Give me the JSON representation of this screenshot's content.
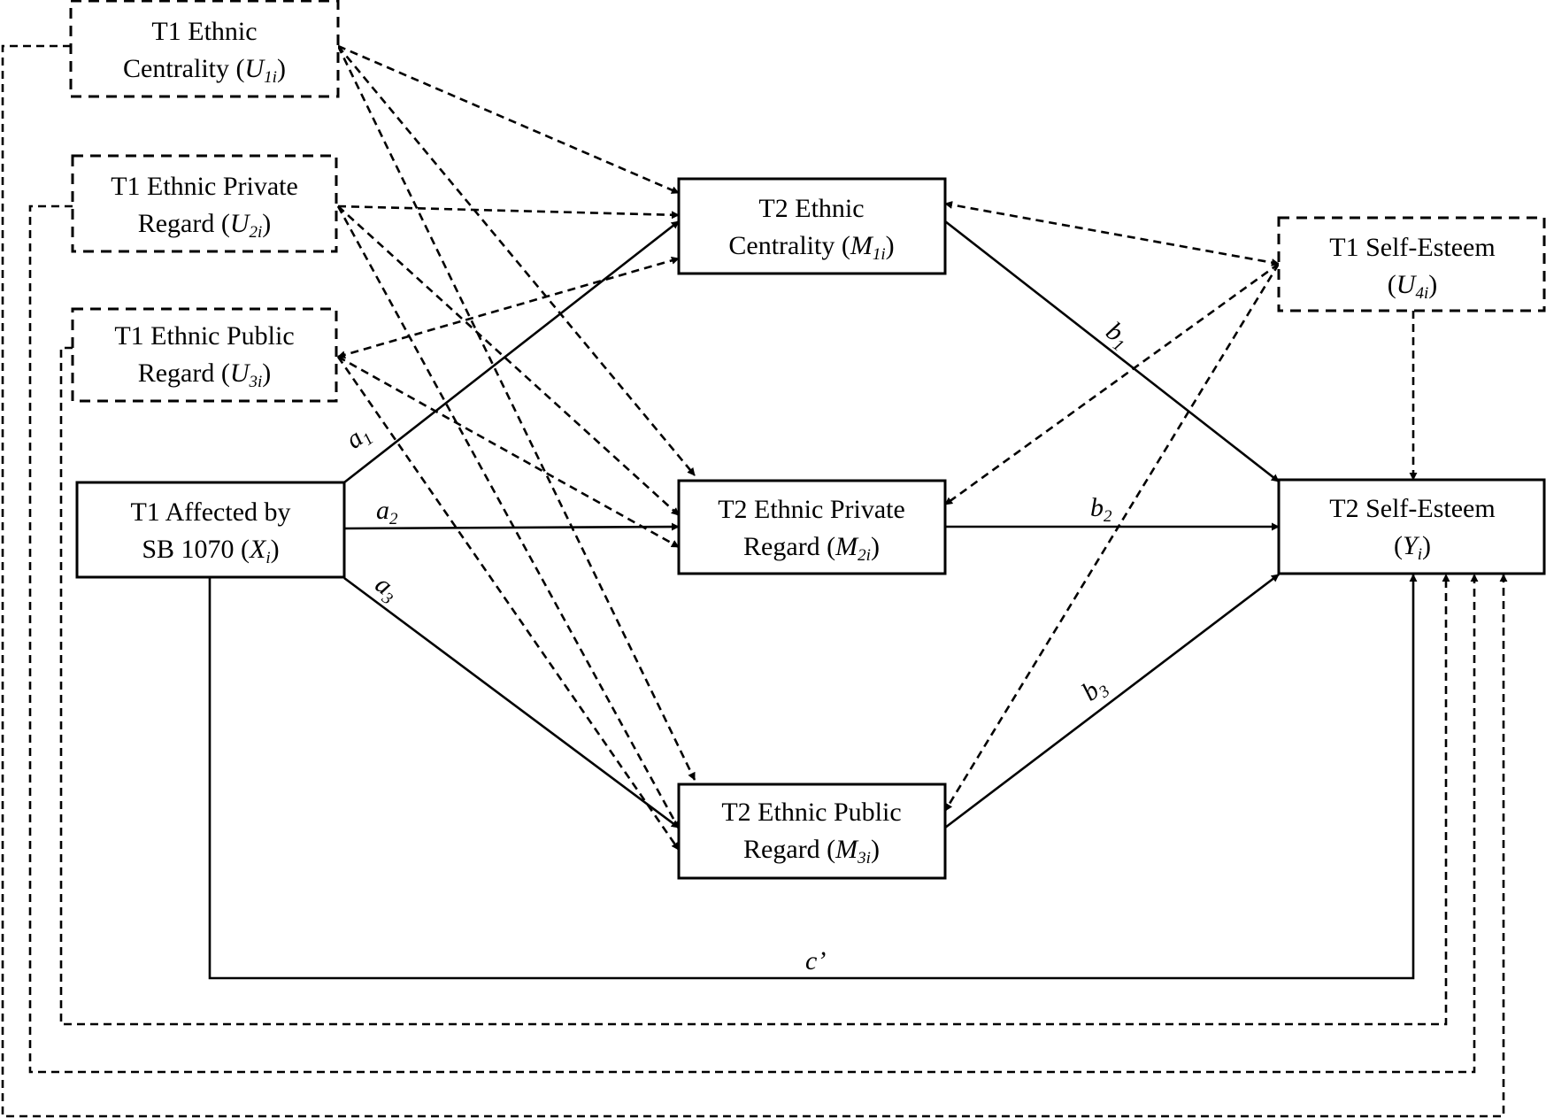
{
  "nodes": {
    "u1": {
      "line1": "T1 Ethnic",
      "line2_text": "Centrality (",
      "line2_var": "U",
      "line2_sub": "1i",
      "line2_close": ")"
    },
    "u2": {
      "line1": "T1 Ethnic Private",
      "line2_text": "Regard (",
      "line2_var": "U",
      "line2_sub": "2i",
      "line2_close": ")"
    },
    "u3": {
      "line1": "T1 Ethnic Public",
      "line2_text": "Regard (",
      "line2_var": "U",
      "line2_sub": "3i",
      "line2_close": ")"
    },
    "x": {
      "line1": "T1 Affected by",
      "line2_text": "SB 1070 (",
      "line2_var": "X",
      "line2_sub": "i",
      "line2_close": ")"
    },
    "m1": {
      "line1": "T2 Ethnic",
      "line2_text": "Centrality (",
      "line2_var": "M",
      "line2_sub": "1i",
      "line2_close": ")"
    },
    "m2": {
      "line1": "T2 Ethnic Private",
      "line2_text": "Regard (",
      "line2_var": "M",
      "line2_sub": "2i",
      "line2_close": ")"
    },
    "m3": {
      "line1": "T2 Ethnic Public",
      "line2_text": "Regard (",
      "line2_var": "M",
      "line2_sub": "3i",
      "line2_close": ")"
    },
    "u4": {
      "line1": "T1 Self-Esteem",
      "line2_text": "(",
      "line2_var": "U",
      "line2_sub": "4i",
      "line2_close": ")"
    },
    "y": {
      "line1": "T2 Self-Esteem",
      "line2_text": "(",
      "line2_var": "Y",
      "line2_sub": "i",
      "line2_close": ")"
    }
  },
  "paths": {
    "a1": {
      "letter": "a",
      "sub": "1"
    },
    "a2": {
      "letter": "a",
      "sub": "2"
    },
    "a3": {
      "letter": "a",
      "sub": "3"
    },
    "b1": {
      "letter": "b",
      "sub": "1"
    },
    "b2": {
      "letter": "b",
      "sub": "2"
    },
    "b3": {
      "letter": "b",
      "sub": "3"
    },
    "c_prime": {
      "letter": "c’",
      "sub": ""
    }
  },
  "edges": [
    {
      "from": "x",
      "to": "m1",
      "style": "solid",
      "label": "a1"
    },
    {
      "from": "x",
      "to": "m2",
      "style": "solid",
      "label": "a2"
    },
    {
      "from": "x",
      "to": "m3",
      "style": "solid",
      "label": "a3"
    },
    {
      "from": "m1",
      "to": "y",
      "style": "solid",
      "label": "b1"
    },
    {
      "from": "m2",
      "to": "y",
      "style": "solid",
      "label": "b2"
    },
    {
      "from": "m3",
      "to": "y",
      "style": "solid",
      "label": "b3"
    },
    {
      "from": "x",
      "to": "y",
      "style": "solid",
      "label": "c_prime"
    },
    {
      "from": "u1",
      "to": "m1",
      "style": "dashed"
    },
    {
      "from": "u1",
      "to": "m2",
      "style": "dashed"
    },
    {
      "from": "u1",
      "to": "m3",
      "style": "dashed"
    },
    {
      "from": "u2",
      "to": "m1",
      "style": "dashed"
    },
    {
      "from": "u2",
      "to": "m2",
      "style": "dashed"
    },
    {
      "from": "u2",
      "to": "m3",
      "style": "dashed"
    },
    {
      "from": "u3",
      "to": "m1",
      "style": "dashed"
    },
    {
      "from": "u3",
      "to": "m2",
      "style": "dashed"
    },
    {
      "from": "u3",
      "to": "m3",
      "style": "dashed"
    },
    {
      "from": "u4",
      "to": "m1",
      "style": "dashed"
    },
    {
      "from": "u4",
      "to": "m2",
      "style": "dashed"
    },
    {
      "from": "u4",
      "to": "m3",
      "style": "dashed"
    },
    {
      "from": "u4",
      "to": "y",
      "style": "dashed"
    },
    {
      "from": "u1",
      "to": "y",
      "style": "dashed"
    },
    {
      "from": "u2",
      "to": "y",
      "style": "dashed"
    },
    {
      "from": "u3",
      "to": "y",
      "style": "dashed"
    }
  ]
}
